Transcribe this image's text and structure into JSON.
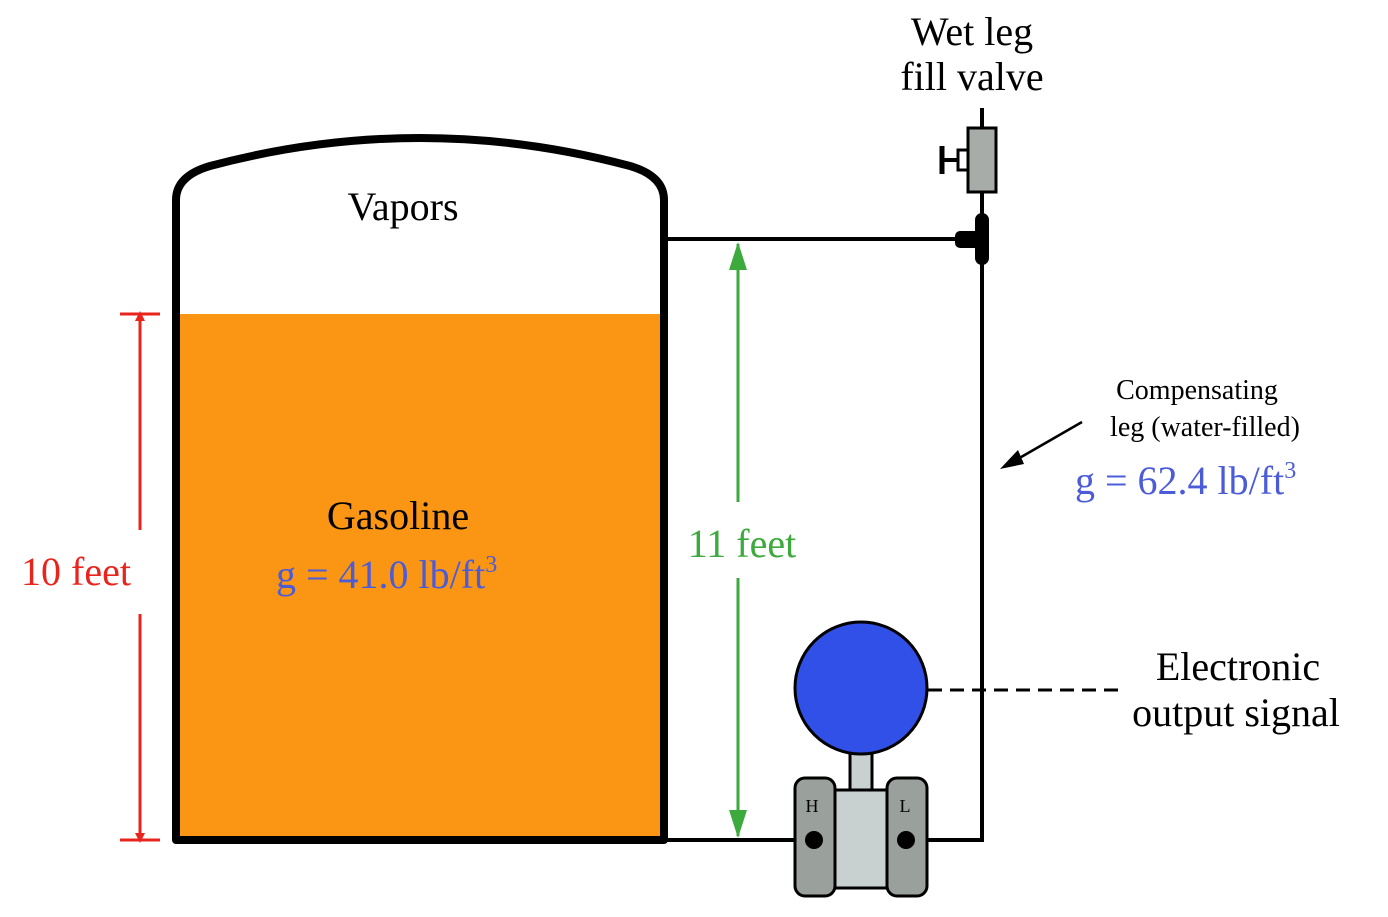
{
  "labels": {
    "valve_title_line1": "Wet leg",
    "valve_title_line2": "fill valve",
    "vapors": "Vapors",
    "liquid_name": "Gasoline",
    "liquid_density_prefix": "g = 41.0 lb/ft",
    "liquid_density_exp": "3",
    "level_height": "10 feet",
    "tap_height": "11 feet",
    "leg_line1": "Compensating",
    "leg_line2": "leg (water-filled)",
    "leg_density_prefix": "g = 62.4 lb/ft",
    "leg_density_exp": "3",
    "output_line1": "Electronic",
    "output_line2": "output signal",
    "port_high": "H",
    "port_low": "L"
  },
  "colors": {
    "liquid": "#FA9614",
    "level_dimension": "#E8241C",
    "tap_dimension": "#3CAA3C",
    "density_text": "#4C5CD8",
    "transmitter_head": "#3050E8",
    "transmitter_body": "#C8D0D0",
    "flange": "#9AA09C",
    "valve": "#A8ACA8",
    "outline": "#000000"
  }
}
